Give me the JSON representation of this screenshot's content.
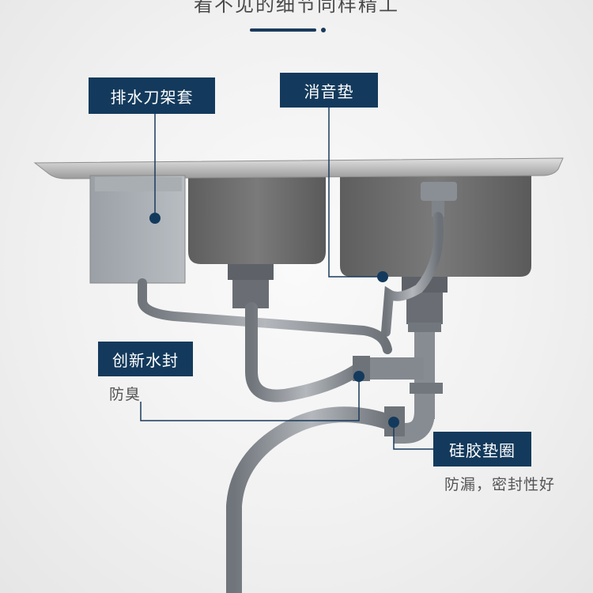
{
  "header": {
    "title": "看不见的细节同样精工"
  },
  "callouts": [
    {
      "label": "排水刀架套",
      "note": ""
    },
    {
      "label": "消音垫",
      "note": ""
    },
    {
      "label": "创新水封",
      "note": "防臭"
    },
    {
      "label": "硅胶垫圈",
      "note": "防漏，密封性好"
    }
  ],
  "colors": {
    "label_bg": "#133a5c",
    "accent": "#1a3a5c",
    "pipe": "#8c9096",
    "basin": "#6f6f6f",
    "rim": "#c8c8c8"
  }
}
